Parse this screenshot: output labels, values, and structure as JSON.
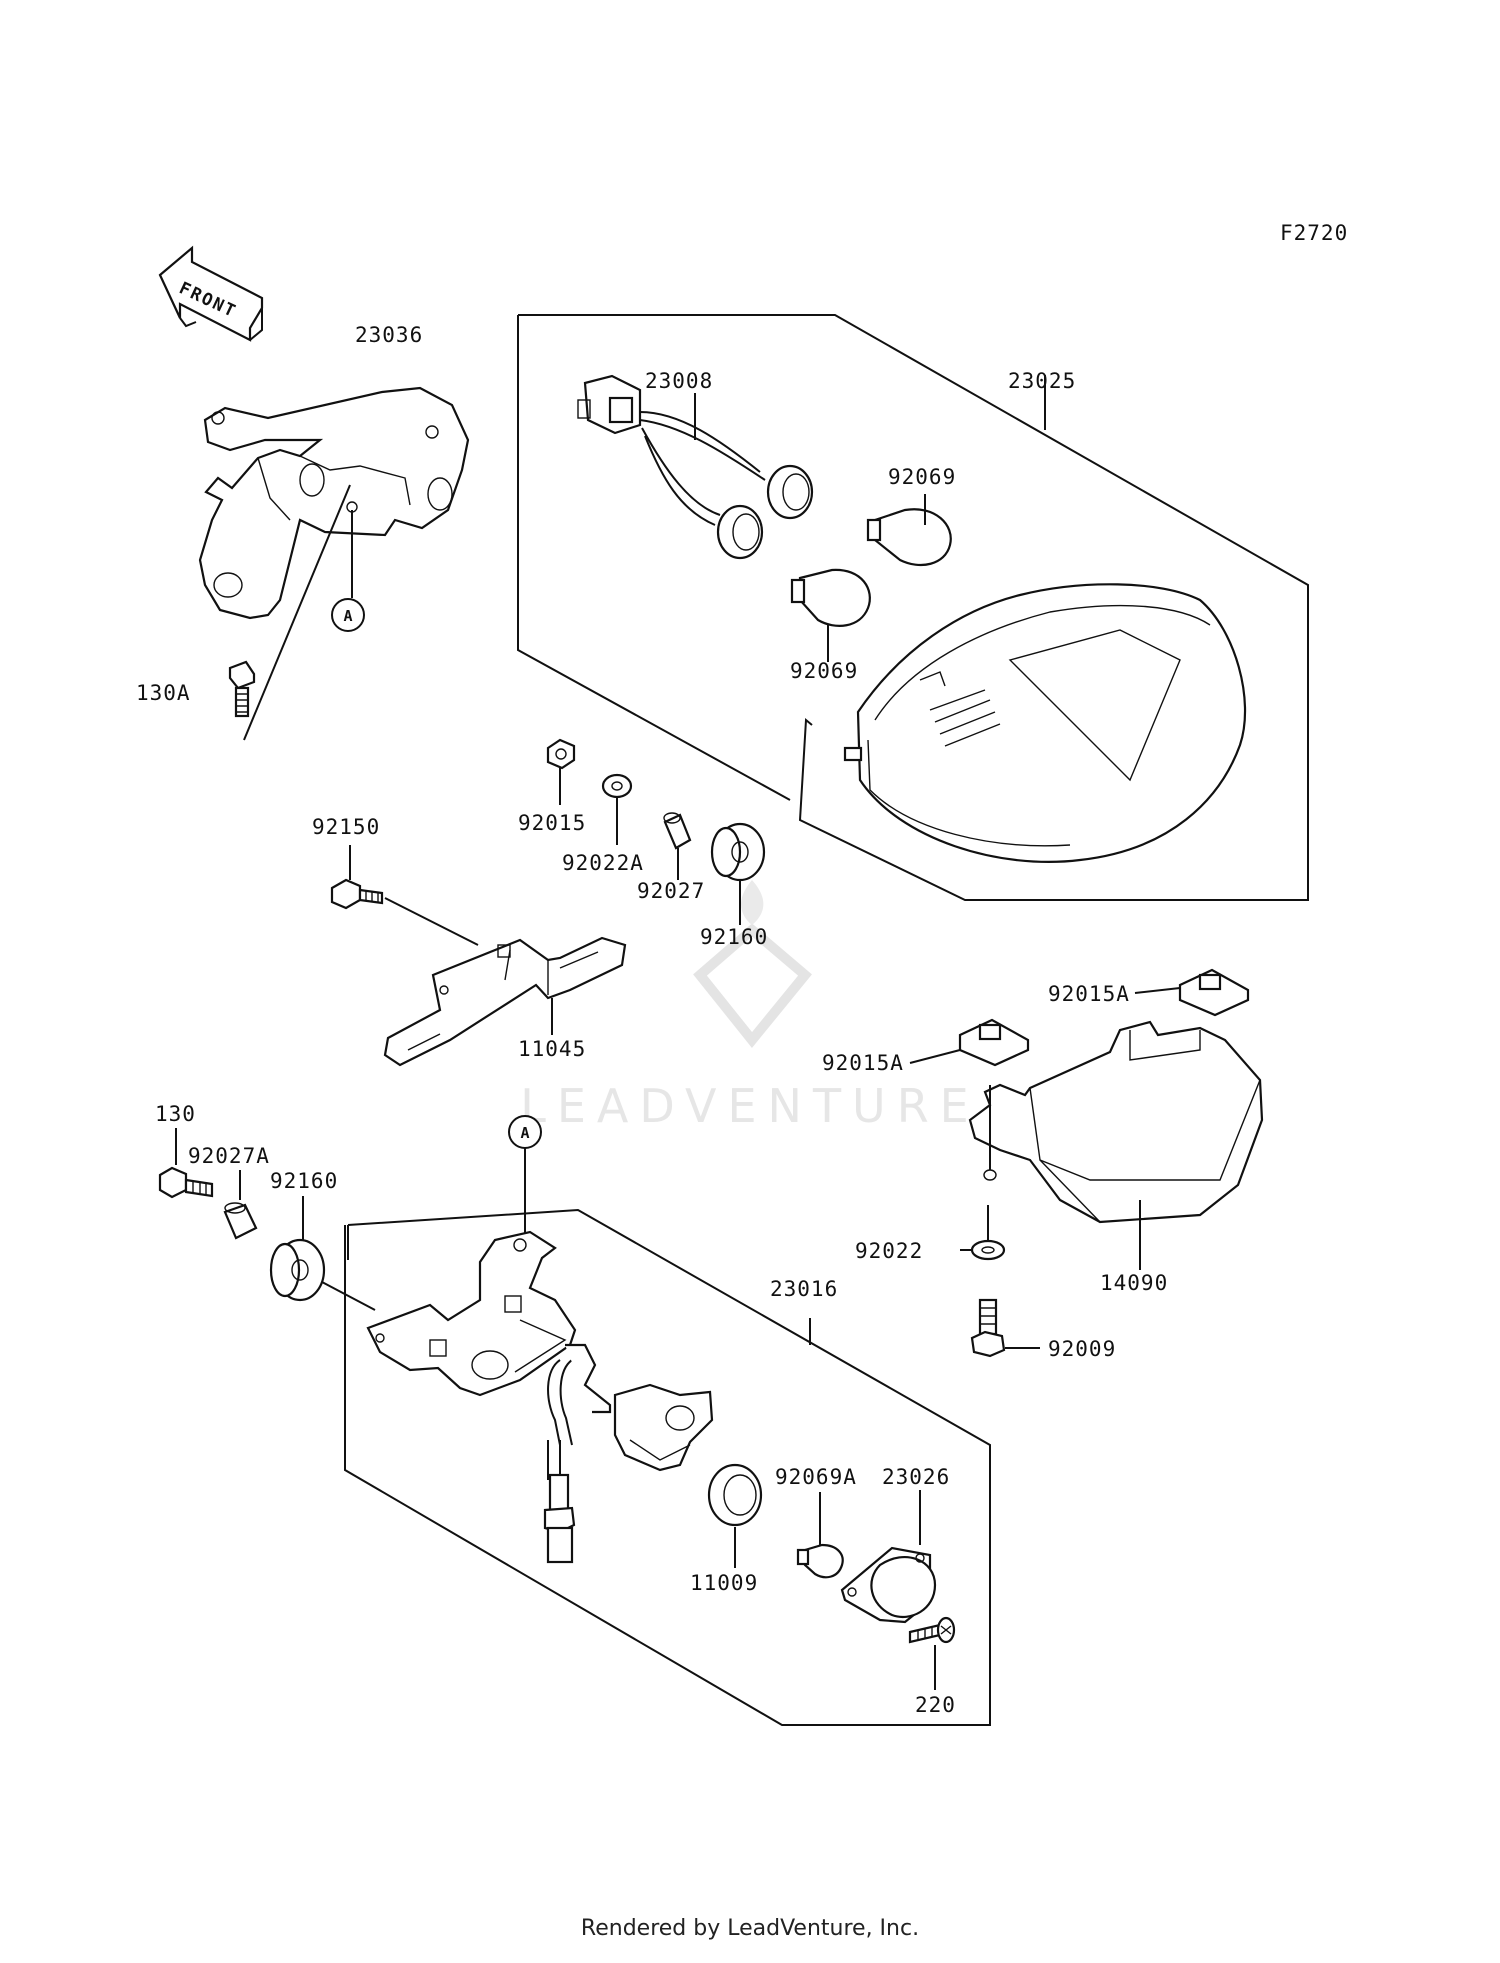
{
  "diagram": {
    "figure_code": "F2720",
    "front_label": "FRONT",
    "watermark": "LEADVENTURE",
    "callout_letter": "A",
    "parts": [
      {
        "id": "p23036",
        "number": "23036"
      },
      {
        "id": "p130A",
        "number": "130A"
      },
      {
        "id": "p23008",
        "number": "23008"
      },
      {
        "id": "p23025",
        "number": "23025"
      },
      {
        "id": "p92069a",
        "number": "92069"
      },
      {
        "id": "p92069b",
        "number": "92069"
      },
      {
        "id": "p92015",
        "number": "92015"
      },
      {
        "id": "p92022A",
        "number": "92022A"
      },
      {
        "id": "p92027",
        "number": "92027"
      },
      {
        "id": "p92160a",
        "number": "92160"
      },
      {
        "id": "p92150",
        "number": "92150"
      },
      {
        "id": "p11045",
        "number": "11045"
      },
      {
        "id": "p92015Aa",
        "number": "92015A"
      },
      {
        "id": "p92015Ab",
        "number": "92015A"
      },
      {
        "id": "p130",
        "number": "130"
      },
      {
        "id": "p92027A",
        "number": "92027A"
      },
      {
        "id": "p92160b",
        "number": "92160"
      },
      {
        "id": "p92022",
        "number": "92022"
      },
      {
        "id": "p14090",
        "number": "14090"
      },
      {
        "id": "p92009",
        "number": "92009"
      },
      {
        "id": "p23016",
        "number": "23016"
      },
      {
        "id": "p92069A",
        "number": "92069A"
      },
      {
        "id": "p23026",
        "number": "23026"
      },
      {
        "id": "p11009",
        "number": "11009"
      },
      {
        "id": "p220",
        "number": "220"
      }
    ]
  },
  "footer": {
    "text": "Rendered by LeadVenture, Inc."
  }
}
